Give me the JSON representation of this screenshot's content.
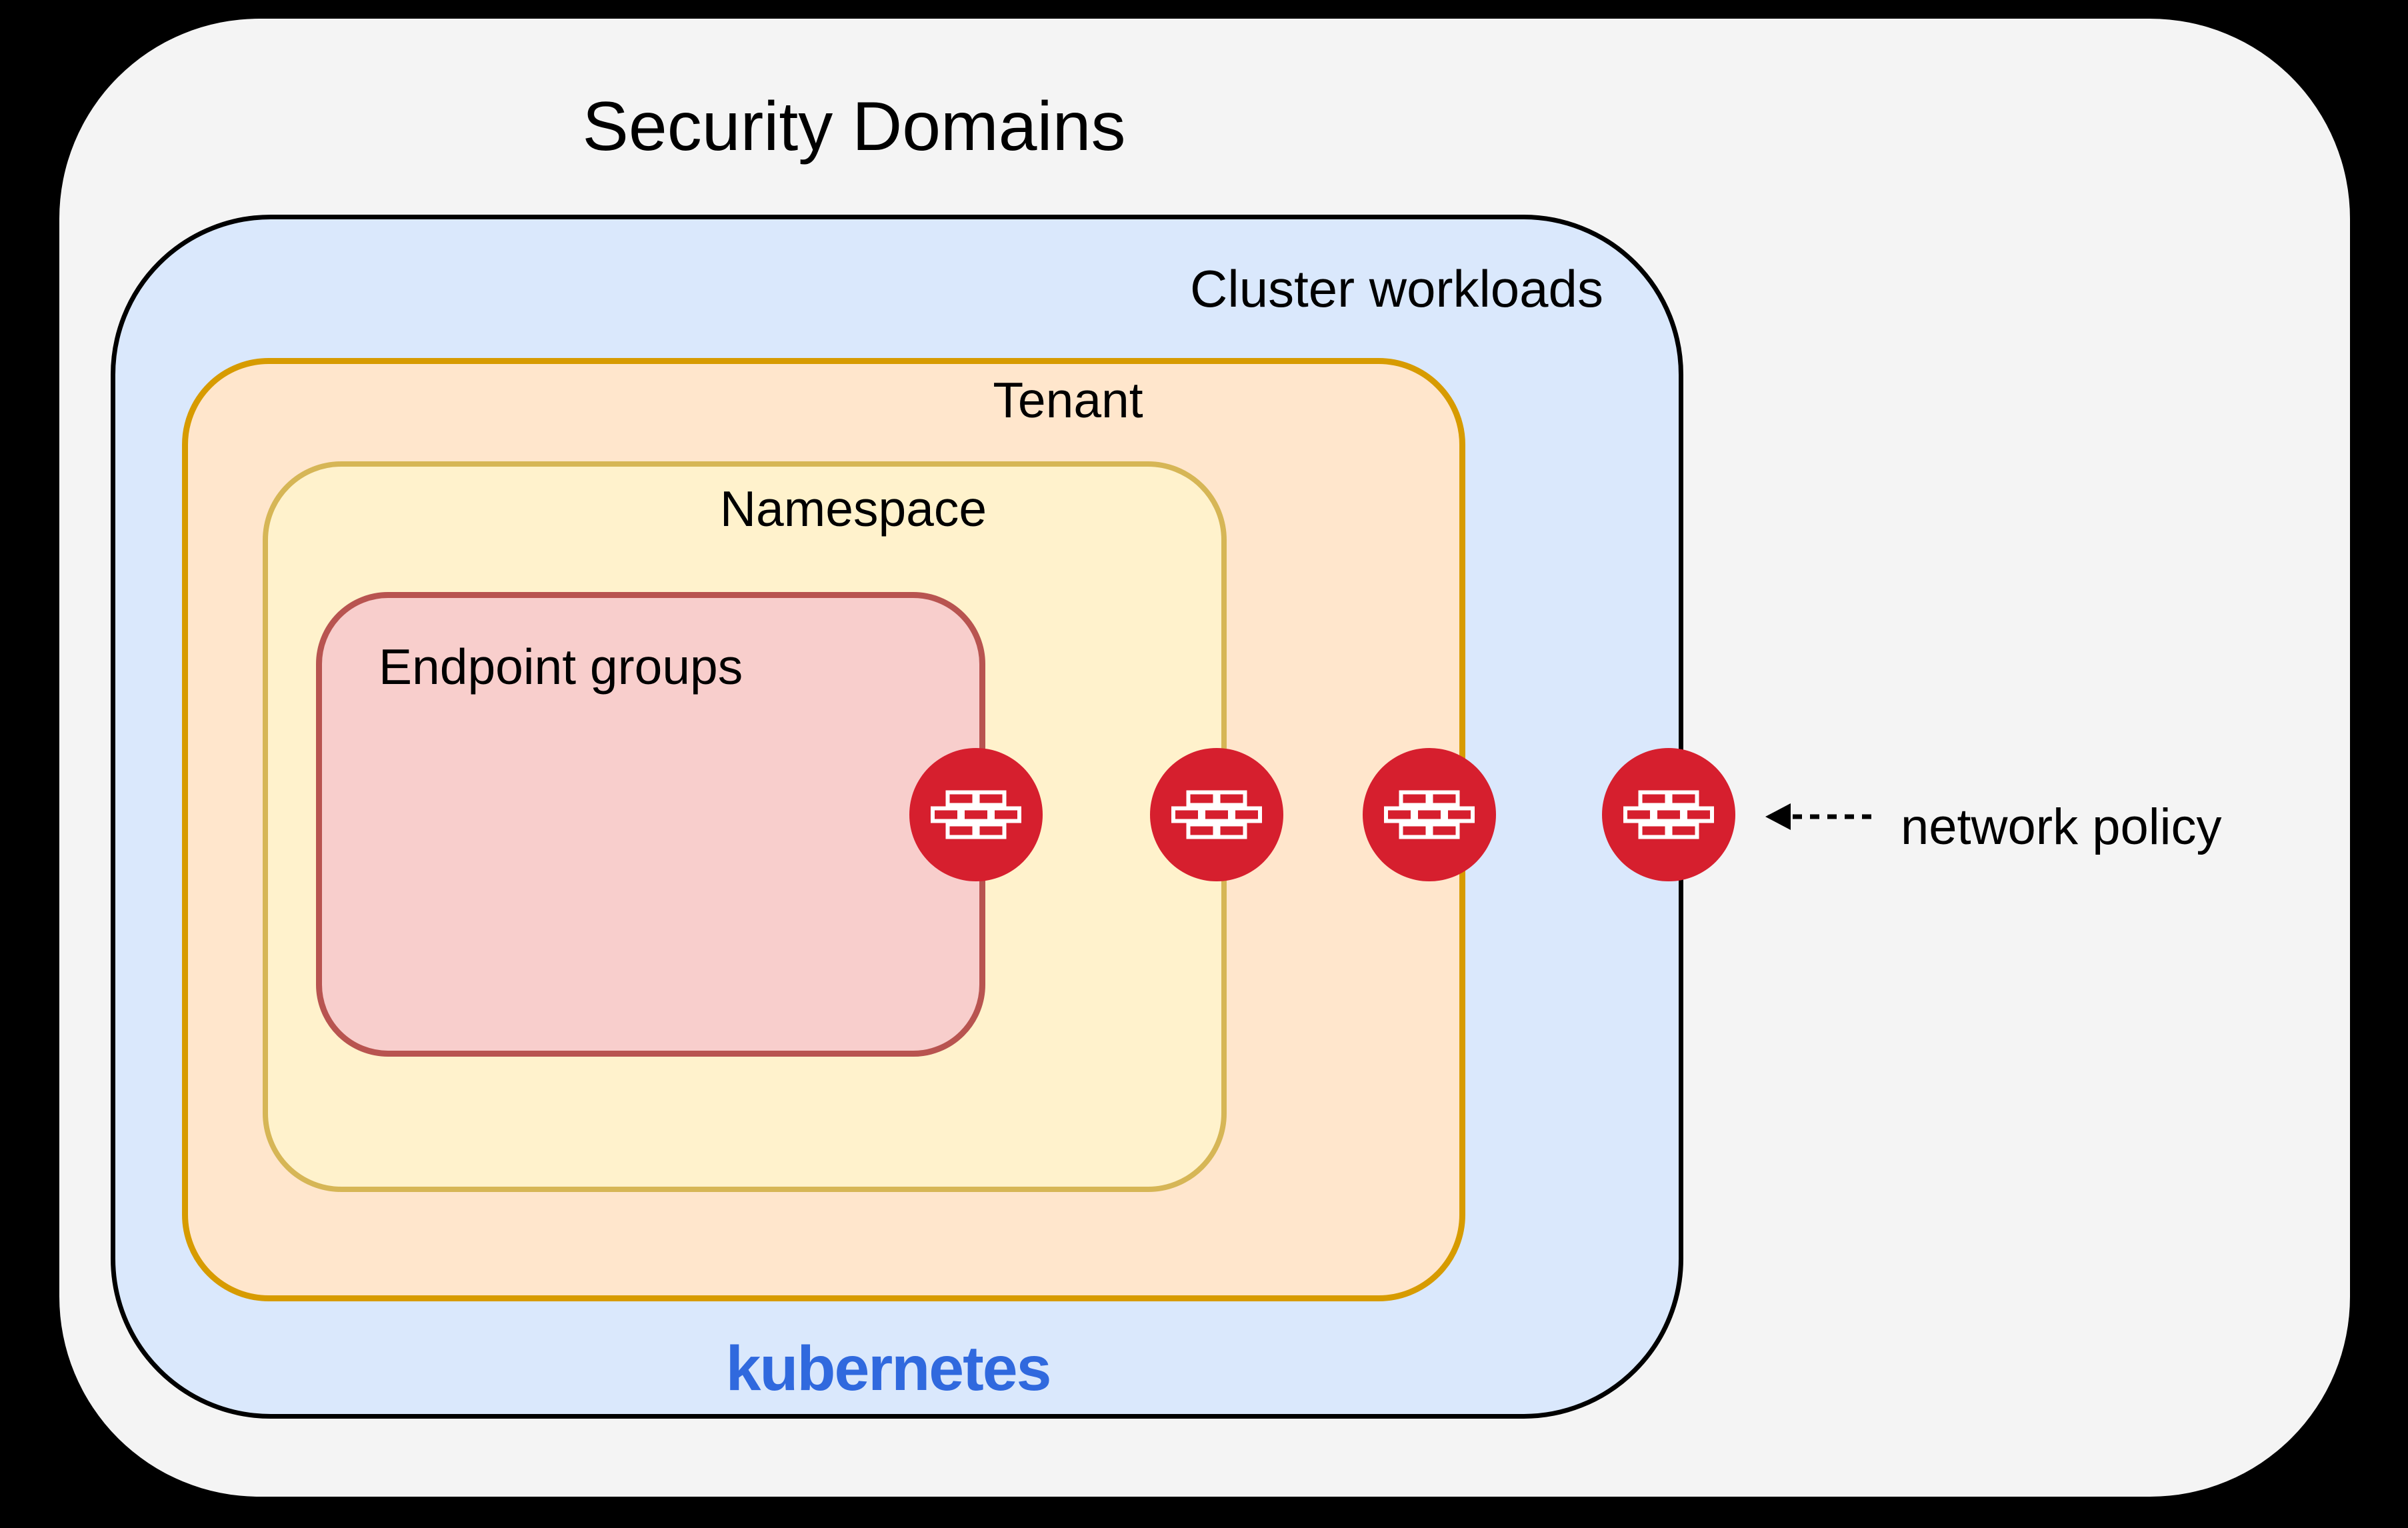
{
  "title": "Security Domains",
  "boxes": {
    "cluster": {
      "label": "Cluster workloads",
      "wordmark": "kubernetes"
    },
    "tenant": {
      "label": "Tenant"
    },
    "namespace": {
      "label": "Namespace"
    },
    "endpoint_groups": {
      "label": "Endpoint groups"
    }
  },
  "annotation": {
    "label": "network policy"
  },
  "icons": {
    "firewall": "firewall-brick-icon",
    "firewall_count": 4,
    "arrow": "dashed-arrow-left-icon"
  },
  "colors": {
    "page_background": "#000000",
    "outer_fill": "#F4F4F4",
    "cluster_fill": "#DAE8FC",
    "cluster_border": "#000000",
    "tenant_fill": "#FFE6CC",
    "tenant_border": "#D79B00",
    "namespace_fill": "#FFF2CC",
    "namespace_border": "#D6B656",
    "endpoint_fill": "#F8CECC",
    "endpoint_border": "#B85450",
    "firewall_red": "#D61F2E",
    "firewall_brick_stroke": "#FFFFFF",
    "kubernetes_blue": "#3069DE",
    "text": "#000000"
  }
}
